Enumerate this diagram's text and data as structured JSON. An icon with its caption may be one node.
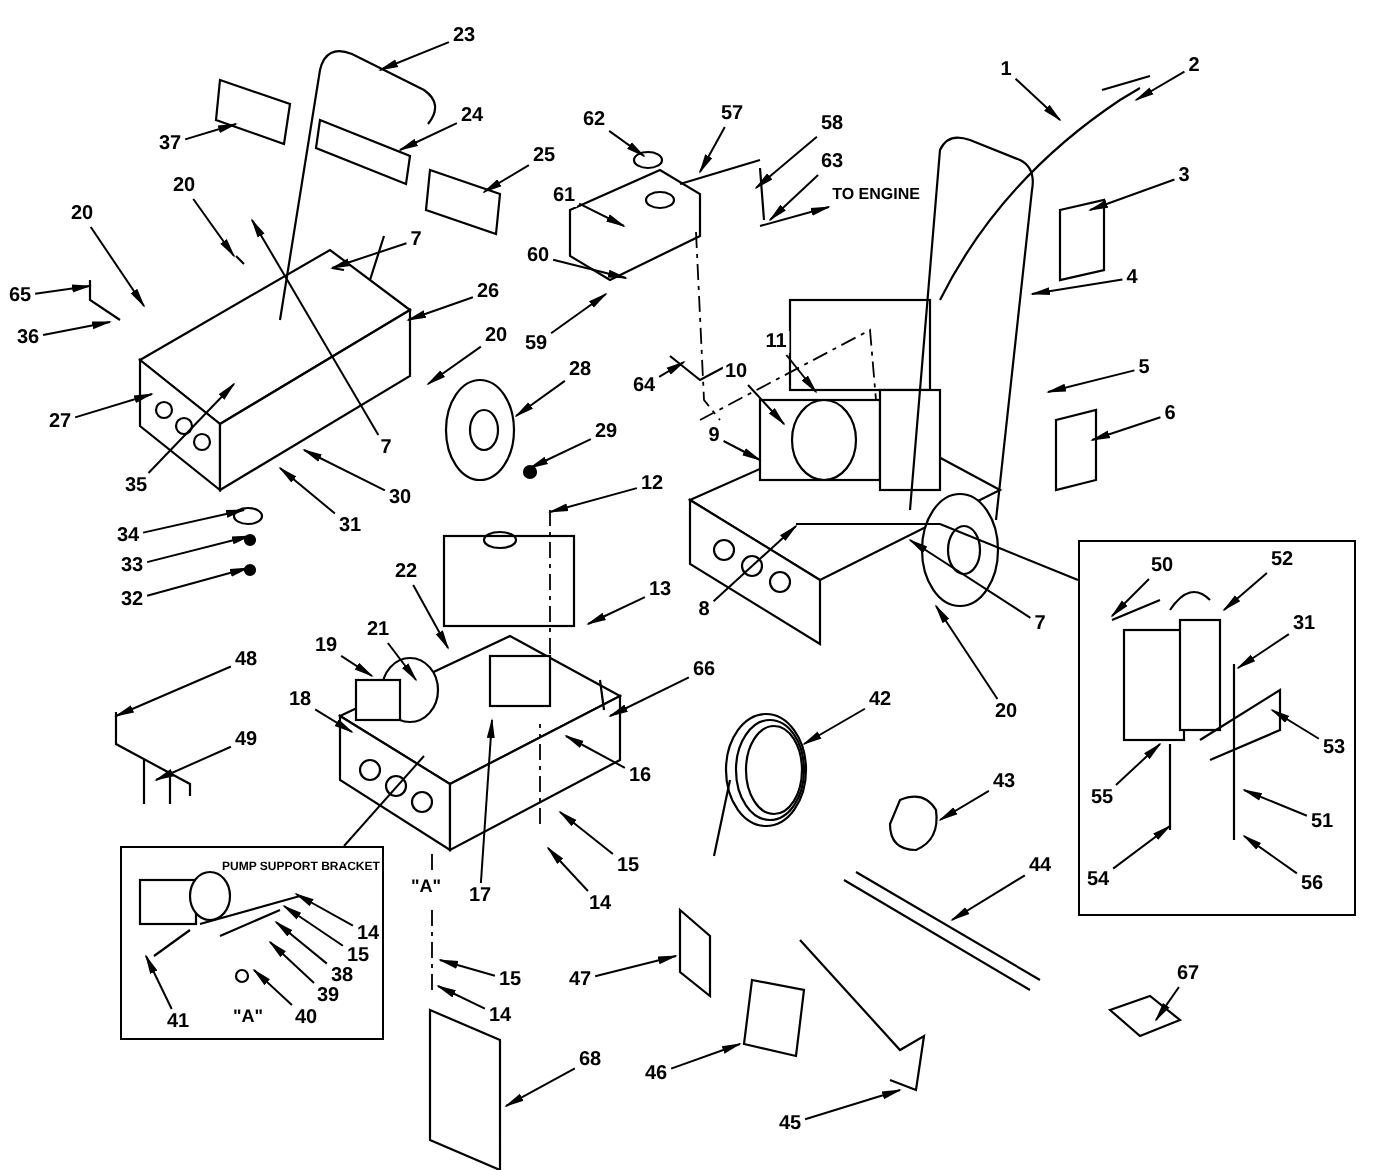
{
  "diagram": {
    "nodes": [
      {
        "text": [
          "PUMP SUPPORT BRACKET"
        ]
      },
      {
        "text": [],
        "shape": "box"
      },
      {
        "text": [
          "TO ENGINE"
        ]
      },
      {
        "text": [
          "1"
        ]
      },
      {
        "text": [
          "2"
        ]
      },
      {
        "text": [
          "23"
        ]
      },
      {
        "text": [
          "62"
        ]
      },
      {
        "text": [
          "57"
        ]
      },
      {
        "text": [
          "58"
        ]
      },
      {
        "text": [
          "63"
        ]
      },
      {
        "text": [
          "37"
        ]
      },
      {
        "text": [
          "24"
        ]
      },
      {
        "text": [
          "25"
        ]
      },
      {
        "text": [
          "61"
        ]
      },
      {
        "text": [
          "3"
        ]
      },
      {
        "text": [
          "20"
        ]
      },
      {
        "text": [
          "4"
        ]
      },
      {
        "text": [
          "7"
        ]
      },
      {
        "text": [
          "60"
        ]
      },
      {
        "text": [
          "20"
        ]
      },
      {
        "text": [
          "26"
        ]
      },
      {
        "text": [
          "65"
        ]
      },
      {
        "text": [
          "20"
        ]
      },
      {
        "text": [
          "36"
        ]
      },
      {
        "text": [
          "59"
        ]
      },
      {
        "text": [
          "11"
        ]
      },
      {
        "text": [
          "10"
        ]
      },
      {
        "text": [
          "28"
        ]
      },
      {
        "text": [
          "64"
        ]
      },
      {
        "text": [
          "27"
        ]
      },
      {
        "text": [
          "9"
        ]
      },
      {
        "text": [
          "5"
        ]
      },
      {
        "text": [
          "6"
        ]
      },
      {
        "text": [
          "7"
        ]
      },
      {
        "text": [
          "29"
        ]
      },
      {
        "text": [
          "35"
        ]
      },
      {
        "text": [
          "30"
        ]
      },
      {
        "text": [
          "31"
        ]
      },
      {
        "text": [
          "34"
        ]
      },
      {
        "text": [
          "33"
        ]
      },
      {
        "text": [
          "32"
        ]
      },
      {
        "text": [
          "12"
        ]
      },
      {
        "text": [
          "8"
        ]
      },
      {
        "text": [
          "7"
        ]
      },
      {
        "text": [
          "22"
        ]
      },
      {
        "text": [
          "13"
        ]
      },
      {
        "text": [
          "21"
        ]
      },
      {
        "text": [
          "19"
        ]
      },
      {
        "text": [
          "18"
        ]
      },
      {
        "text": [
          "48"
        ]
      },
      {
        "text": [
          "66"
        ]
      },
      {
        "text": [
          "20"
        ]
      },
      {
        "text": [
          "50"
        ],
        "in": 1
      },
      {
        "text": [
          "52"
        ],
        "in": 1
      },
      {
        "text": [
          "31"
        ],
        "in": 1
      },
      {
        "text": [
          "49"
        ]
      },
      {
        "text": [
          "16"
        ]
      },
      {
        "text": [
          "42"
        ]
      },
      {
        "text": [
          "53"
        ],
        "in": 1
      },
      {
        "text": [
          "55"
        ],
        "in": 1
      },
      {
        "text": [
          "43"
        ]
      },
      {
        "text": [
          "51"
        ],
        "in": 1
      },
      {
        "text": [
          "54"
        ],
        "in": 1
      },
      {
        "text": [
          "56"
        ],
        "in": 1
      },
      {
        "text": [
          "44"
        ]
      },
      {
        "text": [
          "17"
        ]
      },
      {
        "text": [
          "15"
        ]
      },
      {
        "text": [
          "14"
        ]
      },
      {
        "text": [
          "15"
        ]
      },
      {
        "text": [
          "14"
        ]
      },
      {
        "text": [
          "14"
        ],
        "in": 0
      },
      {
        "text": [
          "15"
        ],
        "in": 0
      },
      {
        "text": [
          "38"
        ],
        "in": 0
      },
      {
        "text": [
          "39"
        ],
        "in": 0
      },
      {
        "text": [
          "41"
        ],
        "in": 0
      },
      {
        "text": [
          "40"
        ],
        "in": 0
      },
      {
        "text": [
          "47"
        ]
      },
      {
        "text": [
          "68"
        ]
      },
      {
        "text": [
          "46"
        ]
      },
      {
        "text": [
          "45"
        ]
      },
      {
        "text": [
          "67"
        ]
      }
    ],
    "edges": [
      {
        "from": 0,
        "to": null,
        "arrow": "none"
      },
      {
        "from": 1,
        "to": null,
        "arrow": "none"
      },
      {
        "from": null,
        "to": 2,
        "arrow": "to"
      },
      {
        "from": 3,
        "to": null,
        "arrow": "to"
      },
      {
        "from": 4,
        "to": null,
        "arrow": "to"
      },
      {
        "from": 5,
        "to": null,
        "arrow": "to"
      },
      {
        "from": 6,
        "to": null,
        "arrow": "to"
      },
      {
        "from": 7,
        "to": null,
        "arrow": "to"
      },
      {
        "from": 8,
        "to": null,
        "arrow": "to"
      },
      {
        "from": 9,
        "to": null,
        "arrow": "to"
      },
      {
        "from": 10,
        "to": null,
        "arrow": "to"
      },
      {
        "from": 11,
        "to": null,
        "arrow": "to"
      },
      {
        "from": 12,
        "to": null,
        "arrow": "to"
      },
      {
        "from": 13,
        "to": null,
        "arrow": "to"
      },
      {
        "from": 14,
        "to": null,
        "arrow": "to"
      },
      {
        "from": 15,
        "to": null,
        "arrow": "to"
      },
      {
        "from": 16,
        "to": null,
        "arrow": "to"
      },
      {
        "from": 17,
        "to": null,
        "arrow": "to"
      },
      {
        "from": 18,
        "to": null,
        "arrow": "to"
      },
      {
        "from": 19,
        "to": null,
        "arrow": "to"
      },
      {
        "from": 20,
        "to": null,
        "arrow": "to"
      },
      {
        "from": 21,
        "to": null,
        "arrow": "to"
      },
      {
        "from": 22,
        "to": null,
        "arrow": "to"
      },
      {
        "from": 23,
        "to": null,
        "arrow": "to"
      },
      {
        "from": 24,
        "to": null,
        "arrow": "to"
      },
      {
        "from": 25,
        "to": null,
        "arrow": "to"
      },
      {
        "from": 26,
        "to": null,
        "arrow": "to"
      },
      {
        "from": 27,
        "to": null,
        "arrow": "to"
      },
      {
        "from": 28,
        "to": null,
        "arrow": "to"
      },
      {
        "from": 29,
        "to": null,
        "arrow": "to"
      },
      {
        "from": 30,
        "to": null,
        "arrow": "to"
      },
      {
        "from": 31,
        "to": null,
        "arrow": "to"
      },
      {
        "from": 32,
        "to": null,
        "arrow": "to"
      },
      {
        "from": 33,
        "to": null,
        "arrow": "to"
      },
      {
        "from": 34,
        "to": null,
        "arrow": "to"
      },
      {
        "from": 35,
        "to": null,
        "arrow": "to"
      },
      {
        "from": 36,
        "to": null,
        "arrow": "to"
      },
      {
        "from": 37,
        "to": null,
        "arrow": "to"
      },
      {
        "from": 38,
        "to": null,
        "arrow": "to"
      },
      {
        "from": 39,
        "to": null,
        "arrow": "to"
      },
      {
        "from": 40,
        "to": null,
        "arrow": "to"
      },
      {
        "from": 41,
        "to": null,
        "arrow": "to"
      },
      {
        "from": 42,
        "to": null,
        "arrow": "to"
      },
      {
        "from": 43,
        "to": null,
        "arrow": "to"
      },
      {
        "from": 44,
        "to": null,
        "arrow": "to"
      },
      {
        "from": 45,
        "to": null,
        "arrow": "to"
      },
      {
        "from": 46,
        "to": null,
        "arrow": "to"
      },
      {
        "from": 47,
        "to": null,
        "arrow": "to"
      },
      {
        "from": 48,
        "to": null,
        "arrow": "to"
      },
      {
        "from": 49,
        "to": null,
        "arrow": "to"
      },
      {
        "from": 50,
        "to": null,
        "arrow": "to"
      },
      {
        "from": 51,
        "to": null,
        "arrow": "to"
      },
      {
        "from": 52,
        "to": null,
        "arrow": "to"
      },
      {
        "from": 53,
        "to": null,
        "arrow": "to"
      },
      {
        "from": 54,
        "to": null,
        "arrow": "to"
      },
      {
        "from": 55,
        "to": null,
        "arrow": "to"
      },
      {
        "from": 56,
        "to": null,
        "arrow": "to"
      },
      {
        "from": 57,
        "to": null,
        "arrow": "to"
      },
      {
        "from": 58,
        "to": null,
        "arrow": "to"
      },
      {
        "from": 59,
        "to": null,
        "arrow": "to"
      },
      {
        "from": 60,
        "to": null,
        "arrow": "to"
      },
      {
        "from": 61,
        "to": null,
        "arrow": "to"
      },
      {
        "from": 62,
        "to": null,
        "arrow": "to"
      },
      {
        "from": 63,
        "to": null,
        "arrow": "to"
      },
      {
        "from": 64,
        "to": null,
        "arrow": "to"
      },
      {
        "from": 65,
        "to": null,
        "arrow": "to"
      },
      {
        "from": 66,
        "to": null,
        "arrow": "to"
      },
      {
        "from": 67,
        "to": null,
        "arrow": "to"
      },
      {
        "from": 68,
        "to": null,
        "arrow": "to"
      },
      {
        "from": 69,
        "to": null,
        "arrow": "to"
      },
      {
        "from": 70,
        "to": null,
        "arrow": "to"
      },
      {
        "from": 71,
        "to": null,
        "arrow": "to"
      },
      {
        "from": 72,
        "to": null,
        "arrow": "to"
      },
      {
        "from": 73,
        "to": null,
        "arrow": "to"
      },
      {
        "from": 74,
        "to": null,
        "arrow": "to"
      },
      {
        "from": 75,
        "to": null,
        "arrow": "to"
      },
      {
        "from": 76,
        "to": null,
        "arrow": "to"
      },
      {
        "from": 77,
        "to": null,
        "arrow": "to"
      },
      {
        "from": 78,
        "to": null,
        "arrow": "to"
      },
      {
        "from": 79,
        "to": null,
        "arrow": "to"
      },
      {
        "from": 80,
        "to": null,
        "arrow": "to"
      }
    ],
    "labels": [
      "\"A\"",
      "\"A\""
    ]
  }
}
